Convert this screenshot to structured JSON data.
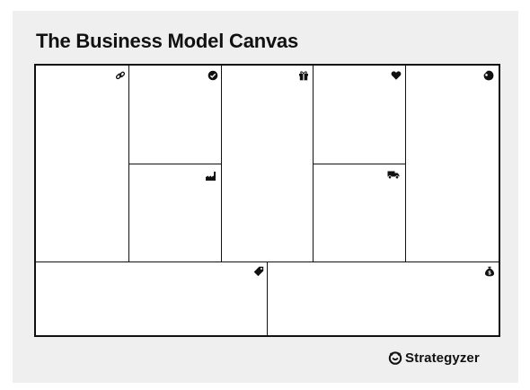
{
  "canvas": {
    "title": "The Business Model Canvas"
  },
  "blocks": [
    {
      "id": "key-partners",
      "icon": "link-icon"
    },
    {
      "id": "key-activities",
      "icon": "check-circle-icon"
    },
    {
      "id": "key-resources",
      "icon": "factory-icon"
    },
    {
      "id": "value-propositions",
      "icon": "gift-icon"
    },
    {
      "id": "customer-relationships",
      "icon": "heart-icon"
    },
    {
      "id": "channels",
      "icon": "delivery-truck-icon"
    },
    {
      "id": "customer-segments",
      "icon": "customer-head-icon"
    },
    {
      "id": "cost-structure",
      "icon": "price-tag-icon"
    },
    {
      "id": "revenue-streams",
      "icon": "money-bag-icon"
    }
  ],
  "brand": {
    "name": "Strategyzer",
    "icon": "strategyzer-logo-icon"
  },
  "colors": {
    "background": "#efefef",
    "ink": "#111111",
    "canvas": "#ffffff"
  }
}
